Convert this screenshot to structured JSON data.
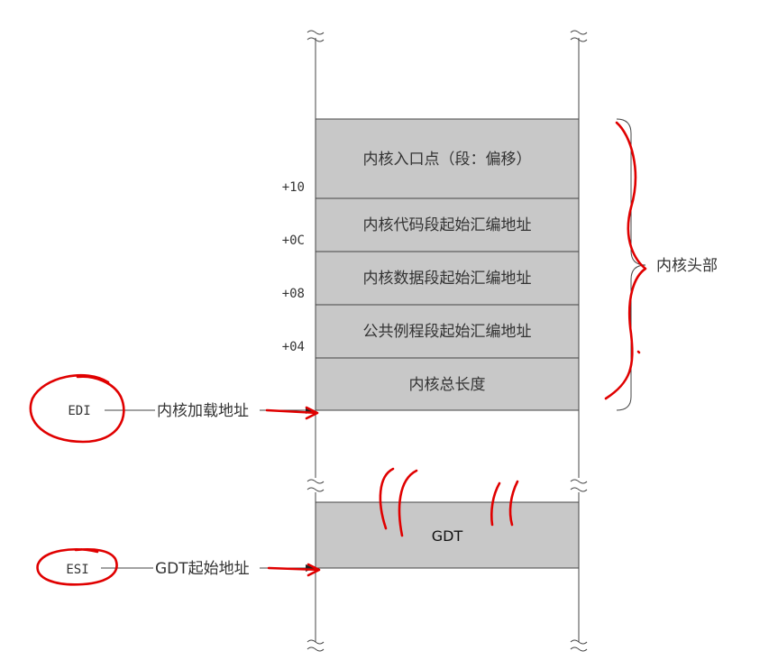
{
  "kernel_header": {
    "fields": [
      {
        "label": "内核入口点（段：偏移）",
        "offset": ""
      },
      {
        "label": "内核代码段起始汇编地址",
        "offset": "+10"
      },
      {
        "label": "内核数据段起始汇编地址",
        "offset": "+0C"
      },
      {
        "label": "公共例程段起始汇编地址",
        "offset": "+08"
      },
      {
        "label": "内核总长度",
        "offset": "+04"
      }
    ],
    "brace_label": "内核头部"
  },
  "gdt": {
    "label": "GDT"
  },
  "pointers": {
    "edi": {
      "register": "EDI",
      "label": "内核加载地址"
    },
    "esi": {
      "register": "ESI",
      "label": "GDT起始地址"
    }
  },
  "colors": {
    "cell": "#c8c8c8",
    "annotation": "#e00000",
    "line": "#444444"
  }
}
